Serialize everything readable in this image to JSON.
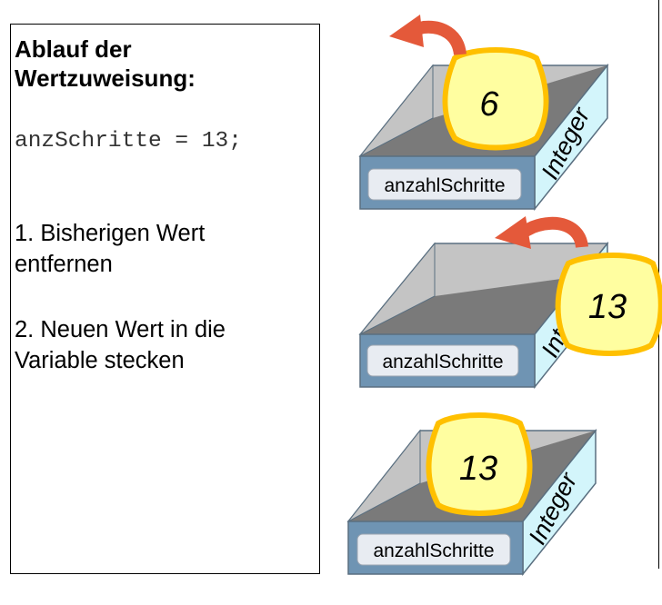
{
  "panel": {
    "title": "Ablauf der\nWertzuweisung:",
    "code": "anzSchritte = 13;",
    "step1": "1. Bisherigen Wert\nentfernen",
    "step2": "2. Neuen Wert in die\nVariable stecken"
  },
  "boxes": [
    {
      "label": "anzahlSchritte",
      "type": "Integer",
      "value": "6"
    },
    {
      "label": "anzahlSchritte",
      "type": "Integer",
      "value": "13"
    },
    {
      "label": "anzahlSchritte",
      "type": "Integer",
      "value": "13"
    }
  ],
  "colors": {
    "box_front": "#6f94b3",
    "box_side": "#d3f5fb",
    "box_back": "#c4c4c4",
    "box_floor": "#7a7a7a",
    "label_bg": "#e8ecf2",
    "coin_fill": "#fffea0",
    "coin_stroke": "#ffc000",
    "arrow": "#e4593a"
  }
}
